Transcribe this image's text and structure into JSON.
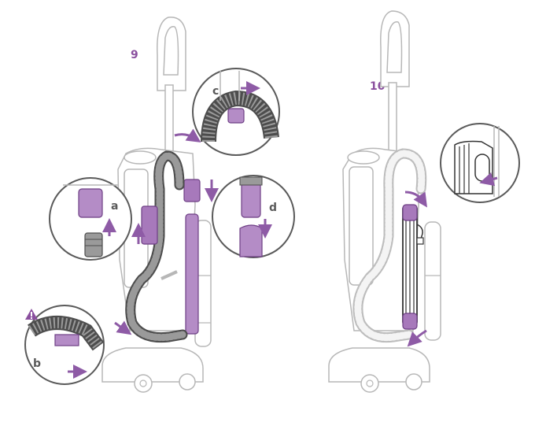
{
  "steps": [
    {
      "number": "9"
    },
    {
      "number": "10"
    }
  ],
  "callouts": {
    "a": "a",
    "b": "b",
    "c": "c",
    "d": "d"
  },
  "colors": {
    "accent": "#8a4f9e",
    "accent_light": "#b48cc6",
    "arrow": "#8e5ba6",
    "line": "#b7b7b7",
    "hose": "#6b6b6b",
    "outline": "#5a5a5a"
  },
  "icons": {
    "warning": "warning-triangle-icon"
  }
}
